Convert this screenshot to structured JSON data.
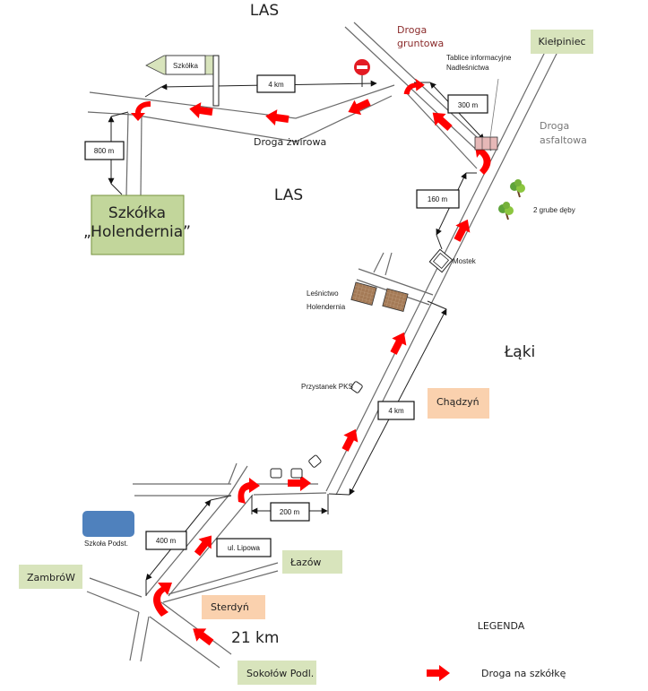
{
  "map": {
    "areas": {
      "forest_top": "LAS",
      "forest_center": "LAS",
      "meadows": "Łąki"
    },
    "roads": {
      "dirt_road_line1": "Droga",
      "dirt_road_line2": "gruntowa",
      "gravel_road": "Droga żwirowa",
      "asphalt_road_line1": "Droga",
      "asphalt_road_line2": "asfaltowa",
      "street": "ul. Lipowa"
    },
    "places": {
      "nursery_line1": "Szkółka",
      "nursery_line2": "„Holendernia”",
      "nursery_sign": "Szkółka",
      "kielpiniec": "Kiełpiniec",
      "chadzyn": "Chądzyń",
      "lazow": "Łazów",
      "sterdyn": "Sterdyń",
      "zambrow": "ZambróW",
      "sokolow": "Sokołów Podl.",
      "school": "Szkoła Podst.",
      "forestry_line1": "Leśnictwo",
      "forestry_line2": "Holendernia",
      "bus_stop": "Przystanek PKS",
      "bridge": "Mostek",
      "oaks": "2 grube dęby",
      "info_boards_line1": "Tablice informacyjne",
      "info_boards_line2": "Nadleśnictwa"
    },
    "distances": {
      "d4km_top": "4 km",
      "d800m": "800 m",
      "d300m": "300 m",
      "d160m": "160 m",
      "d4km_mid": "4 km",
      "d200m": "200 m",
      "d400m": "400 m",
      "d21km": "21 km"
    },
    "colors": {
      "route_arrow": "#ff0000",
      "green_label": "#d8e4bc",
      "orange_label": "#fad1ae",
      "nursery_box": "#c2d69b",
      "school": "#4f81bd",
      "forestry_building": "#a47a56",
      "info_board": "#e6b8b7"
    }
  },
  "legend": {
    "title": "LEGENDA",
    "route_label": "Droga na szkółkę"
  }
}
